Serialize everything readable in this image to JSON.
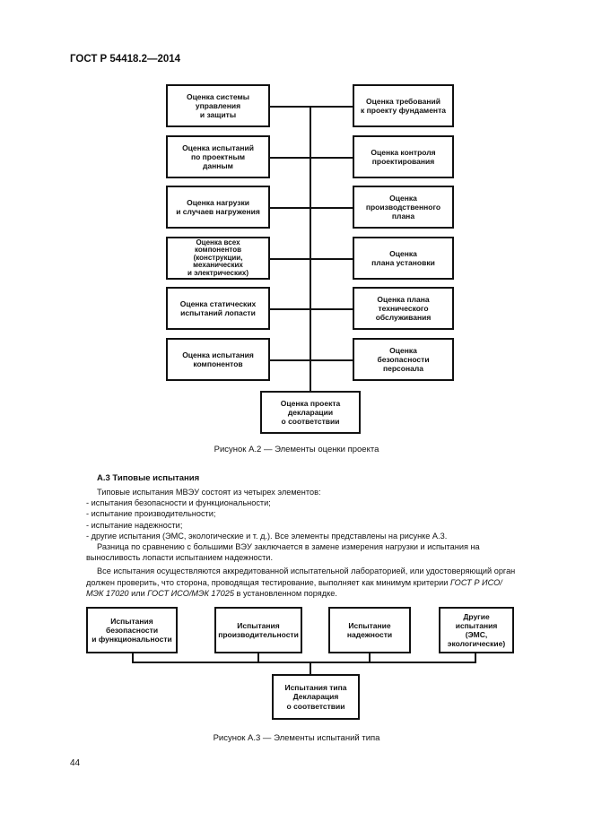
{
  "header": {
    "title": "ГОСТ Р 54418.2—2014"
  },
  "figure_a2": {
    "left_boxes": [
      "Оценка системы\nуправления\nи защиты",
      "Оценка испытаний\nпо проектным\nданным",
      "Оценка нагрузки\nи случаев нагружения",
      "Оценка всех\nкомпонентов\n(конструкции,\nмеханических\nи электрических)",
      "Оценка статических\nиспытаний лопасти",
      "Оценка испытания\nкомпонентов"
    ],
    "right_boxes": [
      "Оценка требований\nк проекту фундамента",
      "Оценка контроля\nпроектирования",
      "Оценка\nпроизводственного\nплана",
      "Оценка\nплана установки",
      "Оценка плана\nтехнического\nобслуживания",
      "Оценка\nбезопасности\nперсонала"
    ],
    "bottom_box": "Оценка проекта\nдекларации\nо соответствии",
    "caption": "Рисунок А.2 — Элементы оценки проекта"
  },
  "section": {
    "heading": "А.3 Типовые испытания",
    "intro": "Типовые испытания МВЭУ состоят из четырех элементов:",
    "items": [
      "- испытания безопасности и функциональности;",
      "- испытание производительности;",
      "- испытание надежности;",
      "- другие испытания (ЭМС, экологические и т. д.). Все элементы представлены на рисунке А.3."
    ],
    "para2": "Разница по сравнению с большими ВЭУ заключается в замене измерения нагрузки и испытания на выносливость лопасти испытанием надежности.",
    "para3_a": "Все испытания осуществляются аккредитованной испытательной лабораторией, или удостоверяющий орган должен проверить, что сторона, проводящая тестирование, выполняет как минимум критерии ",
    "para3_ref1": "ГОСТ Р ИСО/МЭК 17020",
    "para3_b": " или ",
    "para3_ref2": "ГОСТ ИСО/МЭК 17025",
    "para3_c": " в установленном порядке."
  },
  "figure_a3": {
    "top_boxes": [
      "Испытания\nбезопасности\nи функциональности",
      "Испытания\nпроизводительности",
      "Испытание\nнадежности",
      "Другие испытания\n(ЭМС, экологические)"
    ],
    "bottom_box": "Испытания типа\nДекларация\nо соответствии",
    "caption": "Рисунок А.3 — Элементы испытаний типа"
  },
  "page_number": "44"
}
